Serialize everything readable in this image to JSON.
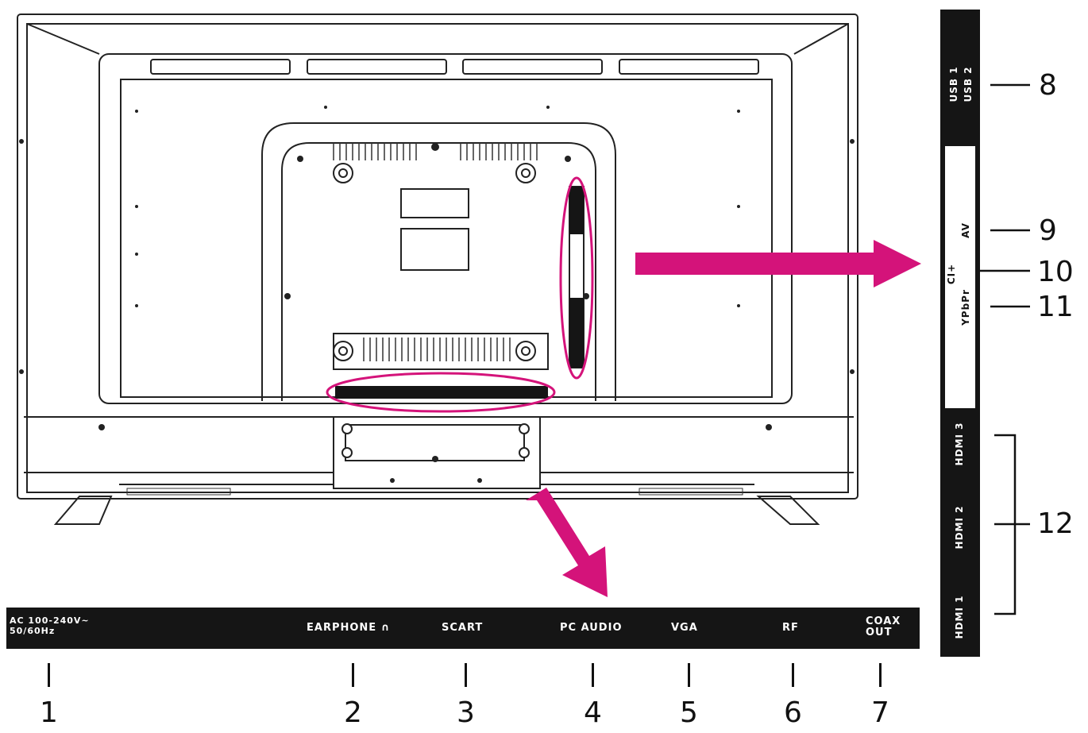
{
  "bottom_panel": {
    "labels": {
      "ac": "AC 100-240V~\n50/60Hz",
      "earphone": "EARPHONE ",
      "earphone_icon": "headphone-icon",
      "scart": "SCART",
      "pc_audio": "PC AUDIO",
      "vga": "VGA",
      "rf": "RF",
      "coax": "COAX\nOUT"
    },
    "callouts": [
      "1",
      "2",
      "3",
      "4",
      "5",
      "6",
      "7"
    ]
  },
  "side_panel": {
    "labels": {
      "usb1": "USB 1",
      "usb2": "USB 2",
      "av": "AV",
      "ci": "CI+",
      "ypbpr": "YPbPr",
      "hdmi3": "HDMI 3",
      "hdmi2": "HDMI 2",
      "hdmi1": "HDMI 1"
    },
    "callouts": [
      "8",
      "9",
      "10",
      "11",
      "12"
    ]
  },
  "colors": {
    "highlight": "#d4137a",
    "panel": "#151515",
    "line": "#111111"
  }
}
